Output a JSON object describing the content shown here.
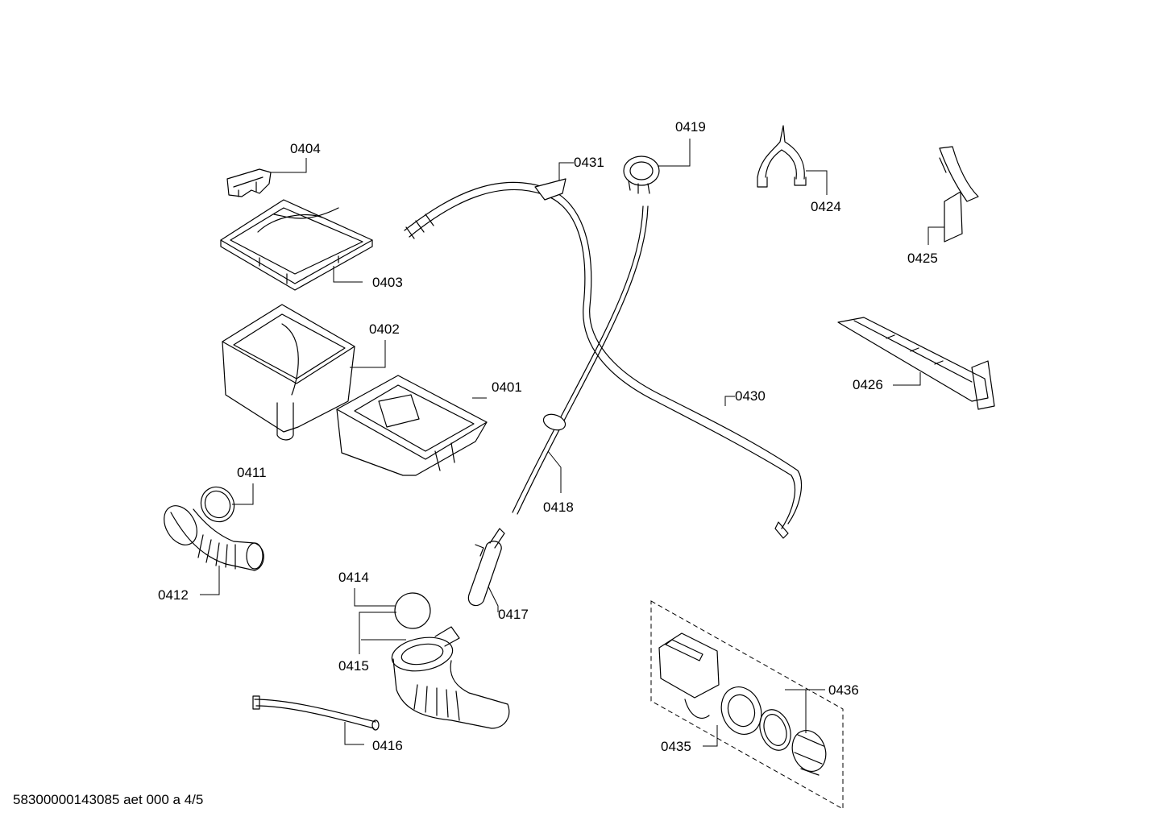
{
  "diagram": {
    "labels": {
      "p0401": "0401",
      "p0402": "0402",
      "p0403": "0403",
      "p0404": "0404",
      "p0411": "0411",
      "p0412": "0412",
      "p0414": "0414",
      "p0415": "0415",
      "p0416": "0416",
      "p0417": "0417",
      "p0418": "0418",
      "p0419": "0419",
      "p0424": "0424",
      "p0425": "0425",
      "p0426": "0426",
      "p0430": "0430",
      "p0431": "0431",
      "p0435": "0435",
      "p0436": "0436"
    },
    "footer": "58300000143085 aet 000 a 4/5"
  }
}
